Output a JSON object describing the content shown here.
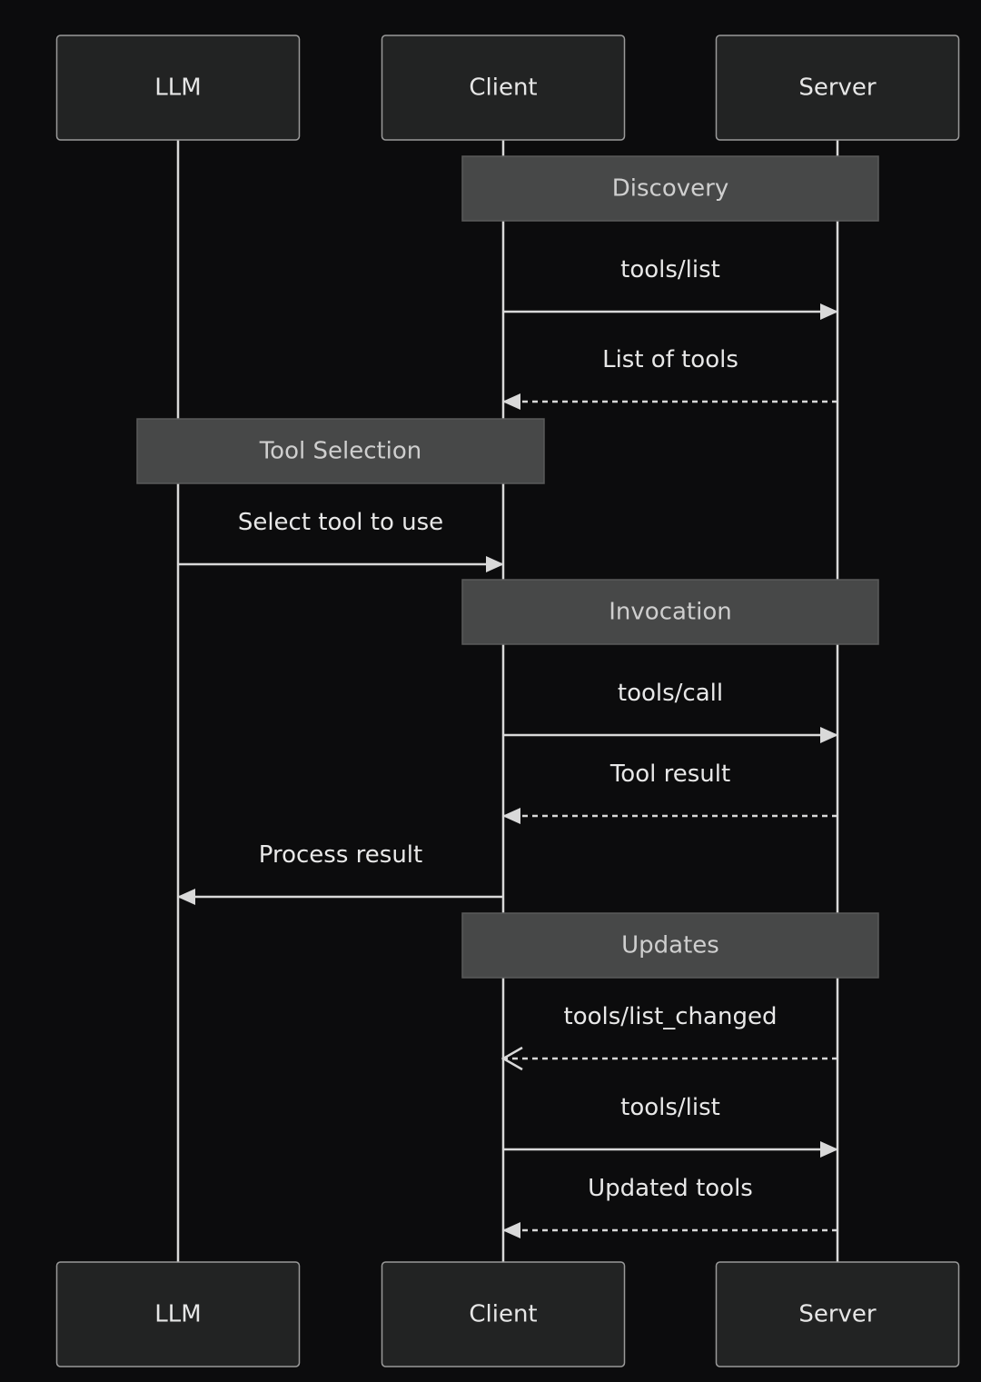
{
  "participants": [
    {
      "id": "llm",
      "label": "LLM"
    },
    {
      "id": "client",
      "label": "Client"
    },
    {
      "id": "server",
      "label": "Server"
    }
  ],
  "sections": [
    {
      "label": "Discovery",
      "from": "client",
      "to": "server"
    },
    {
      "label": "Tool Selection",
      "from": "llm",
      "to": "client"
    },
    {
      "label": "Invocation",
      "from": "client",
      "to": "server"
    },
    {
      "label": "Updates",
      "from": "client",
      "to": "server"
    }
  ],
  "messages": [
    {
      "label": "tools/list",
      "from": "client",
      "to": "server",
      "style": "solid",
      "head": "filled"
    },
    {
      "label": "List of tools",
      "from": "server",
      "to": "client",
      "style": "dashed",
      "head": "filled"
    },
    {
      "label": "Select tool to use",
      "from": "llm",
      "to": "client",
      "style": "solid",
      "head": "filled"
    },
    {
      "label": "tools/call",
      "from": "client",
      "to": "server",
      "style": "solid",
      "head": "filled"
    },
    {
      "label": "Tool result",
      "from": "server",
      "to": "client",
      "style": "dashed",
      "head": "filled"
    },
    {
      "label": "Process result",
      "from": "client",
      "to": "llm",
      "style": "solid",
      "head": "filled"
    },
    {
      "label": "tools/list_changed",
      "from": "server",
      "to": "client",
      "style": "dashed",
      "head": "open"
    },
    {
      "label": "tools/list",
      "from": "client",
      "to": "server",
      "style": "solid",
      "head": "filled"
    },
    {
      "label": "Updated tools",
      "from": "server",
      "to": "client",
      "style": "dashed",
      "head": "filled"
    }
  ],
  "colors": {
    "background": "#0c0c0d",
    "participant_fill": "#222323",
    "participant_stroke": "#9a9a9a",
    "section_fill": "#474848",
    "section_stroke": "#5a5a5a",
    "line": "#d9d9d9"
  }
}
